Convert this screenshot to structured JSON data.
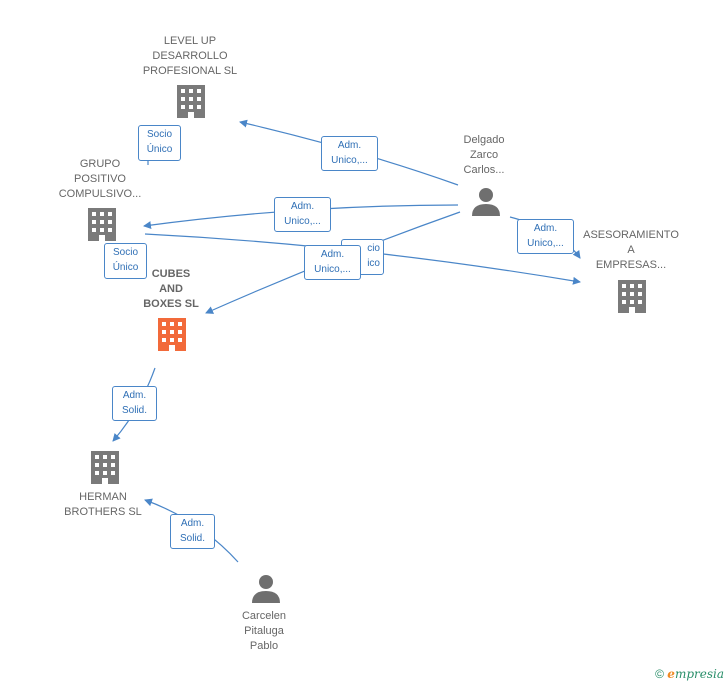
{
  "colors": {
    "edge": "#4a86c8",
    "company": "#7a7a7a",
    "focus_company": "#f26a3a",
    "person": "#6f6f6f",
    "label_text": "#666666"
  },
  "nodes": {
    "level_up": {
      "label": "LEVEL UP\nDESARROLLO\nPROFESIONAL SL",
      "icon": "building-icon"
    },
    "grupo_positivo": {
      "label": "GRUPO\nPOSITIVO\nCOMPULSIVO...",
      "icon": "building-icon"
    },
    "cubes_boxes": {
      "label": "CUBES\nAND\nBOXES  SL",
      "icon": "building-icon"
    },
    "herman_brothers": {
      "label": "HERMAN\nBROTHERS  SL",
      "icon": "building-icon"
    },
    "asesoramiento": {
      "label": "ASESORAMIENTO\nA\nEMPRESAS...",
      "icon": "building-icon"
    },
    "delgado": {
      "label": "Delgado\nZarco\nCarlos...",
      "icon": "person-icon"
    },
    "carcelen": {
      "label": "Carcelen\nPitaluga\nPablo",
      "icon": "person-icon"
    }
  },
  "edges": {
    "socio_unico_1": "Socio\nÚnico",
    "adm_unico_1": "Adm.\nUnico,...",
    "adm_unico_2": "Adm.\nUnico,...",
    "adm_unico_3": "Adm.\nUnico,...",
    "socio_unico_2": "Socio\nÚnico",
    "socio_unico_3_partial": "cio\nico",
    "adm_unico_4": "Adm.\nUnico,...",
    "adm_solid_1": "Adm.\nSolid.",
    "adm_solid_2": "Adm.\nSolid."
  },
  "footer": {
    "copyright": "©",
    "brand_initial": "e",
    "brand_rest": "mpresia"
  }
}
